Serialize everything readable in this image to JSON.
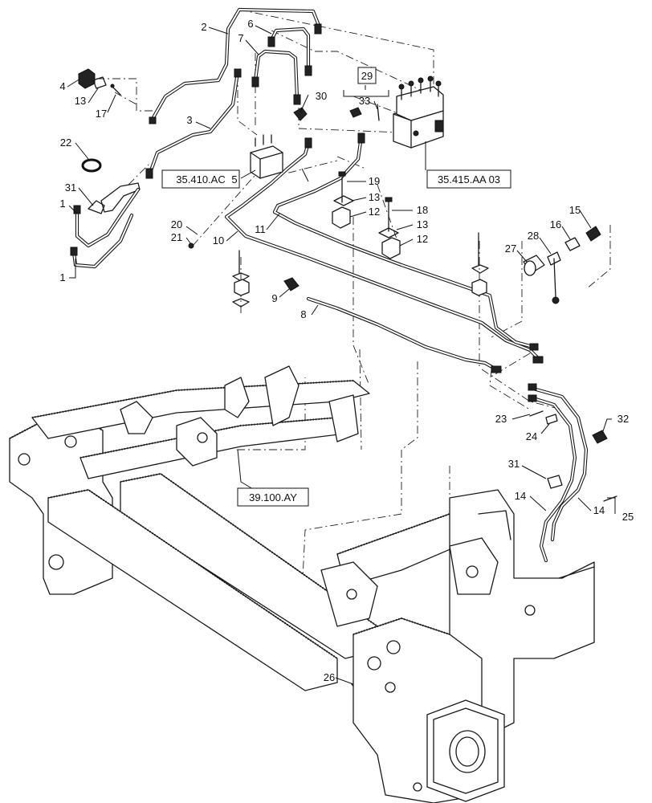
{
  "callouts": [
    {
      "id": "c-2",
      "text": "2"
    },
    {
      "id": "c-6",
      "text": "6"
    },
    {
      "id": "c-7",
      "text": "7"
    },
    {
      "id": "c-4",
      "text": "4"
    },
    {
      "id": "c-13a",
      "text": "13"
    },
    {
      "id": "c-17",
      "text": "17"
    },
    {
      "id": "c-29",
      "text": "29"
    },
    {
      "id": "c-30",
      "text": "30"
    },
    {
      "id": "c-33",
      "text": "33"
    },
    {
      "id": "c-3",
      "text": "3"
    },
    {
      "id": "c-22",
      "text": "22"
    },
    {
      "id": "c-5",
      "text": "5"
    },
    {
      "id": "c-31a",
      "text": "31"
    },
    {
      "id": "c-1a",
      "text": "1"
    },
    {
      "id": "c-1b",
      "text": "1"
    },
    {
      "id": "c-19",
      "text": "19"
    },
    {
      "id": "c-13b",
      "text": "13"
    },
    {
      "id": "c-12a",
      "text": "12"
    },
    {
      "id": "c-18",
      "text": "18"
    },
    {
      "id": "c-13c",
      "text": "13"
    },
    {
      "id": "c-12b",
      "text": "12"
    },
    {
      "id": "c-20",
      "text": "20"
    },
    {
      "id": "c-21",
      "text": "21"
    },
    {
      "id": "c-10",
      "text": "10"
    },
    {
      "id": "c-11",
      "text": "11"
    },
    {
      "id": "c-15",
      "text": "15"
    },
    {
      "id": "c-16",
      "text": "16"
    },
    {
      "id": "c-28",
      "text": "28"
    },
    {
      "id": "c-27",
      "text": "27"
    },
    {
      "id": "c-9",
      "text": "9"
    },
    {
      "id": "c-8",
      "text": "8"
    },
    {
      "id": "c-23",
      "text": "23"
    },
    {
      "id": "c-24",
      "text": "24"
    },
    {
      "id": "c-32",
      "text": "32"
    },
    {
      "id": "c-31b",
      "text": "31"
    },
    {
      "id": "c-14a",
      "text": "14"
    },
    {
      "id": "c-14b",
      "text": "14"
    },
    {
      "id": "c-25",
      "text": "25"
    },
    {
      "id": "c-26",
      "text": "26"
    }
  ],
  "reference_boxes": {
    "ref_35410": "35.410.AC",
    "ref_35415": "35.415.AA 03",
    "ref_39100": "39.100.AY",
    "group_29": "29"
  }
}
